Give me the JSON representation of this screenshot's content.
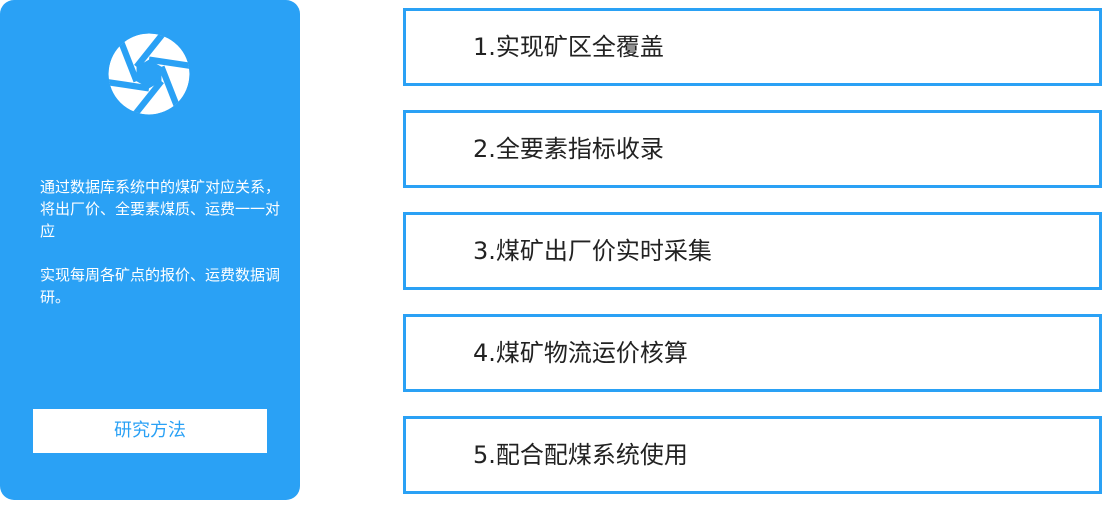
{
  "panel": {
    "icon": "camera-aperture-icon",
    "accent_color": "#2aa1f5",
    "description": [
      "通过数据库系统中的煤矿对应关系，将出厂价、全要素煤质、运费一一对应",
      "实现每周各矿点的报价、运费数据调研。"
    ],
    "button_label": "研究方法"
  },
  "steps": [
    {
      "label": "1.实现矿区全覆盖"
    },
    {
      "label": "2.全要素指标收录"
    },
    {
      "label": "3.煤矿出厂价实时采集"
    },
    {
      "label": "4.煤矿物流运价核算"
    },
    {
      "label": "5.配合配煤系统使用"
    }
  ]
}
